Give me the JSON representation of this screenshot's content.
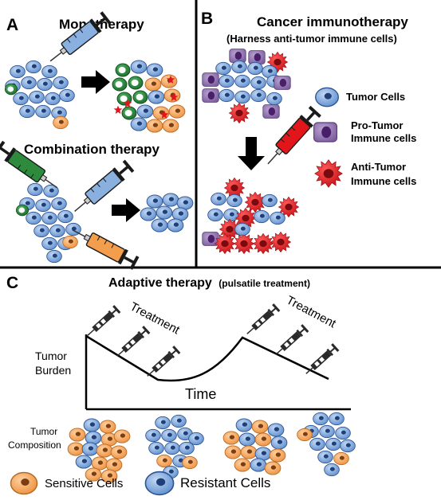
{
  "panels": {
    "a": {
      "letter": "A",
      "title_mono": "Monotherapy",
      "title_combo": "Combination therapy"
    },
    "b": {
      "letter": "B",
      "title": "Cancer immunotherapy",
      "subtitle": "(Harness anti-tumor immune cells)",
      "legend": [
        {
          "label": "Tumor Cells",
          "icon": "tumor-cell-icon"
        },
        {
          "label": "Pro-Tumor",
          "label2": "Immune cells",
          "icon": "pro-tumor-cell-icon"
        },
        {
          "label": "Anti-Tumor",
          "label2": "Immune cells",
          "icon": "anti-tumor-cell-icon"
        }
      ]
    },
    "c": {
      "letter": "C",
      "title_bold": "Adaptive therapy",
      "title_small": "(pulsatile treatment)",
      "treatment_label": "Treatment",
      "y_label_1": "Tumor",
      "y_label_2": "Burden",
      "x_label": "Time",
      "composition_1": "Tumor",
      "composition_2": "Composition",
      "legend_sensitive": "Sensitive Cells",
      "legend_resistant": "Resistant Cells"
    }
  },
  "colors": {
    "tumor_blue": "#7fa7dd",
    "tumor_nucleus": "#1e3f78",
    "sensitive_orange": "#f4a460",
    "sensitive_nucleus": "#7a3e12",
    "pro_tumor_purple": "#9a7fb8",
    "anti_tumor_red": "#e2151b",
    "drug_green": "#2e8b3e",
    "syringe_blue": "#8ab0e0",
    "syringe_orange": "#f29e4c",
    "syringe_red": "#e2151b"
  }
}
